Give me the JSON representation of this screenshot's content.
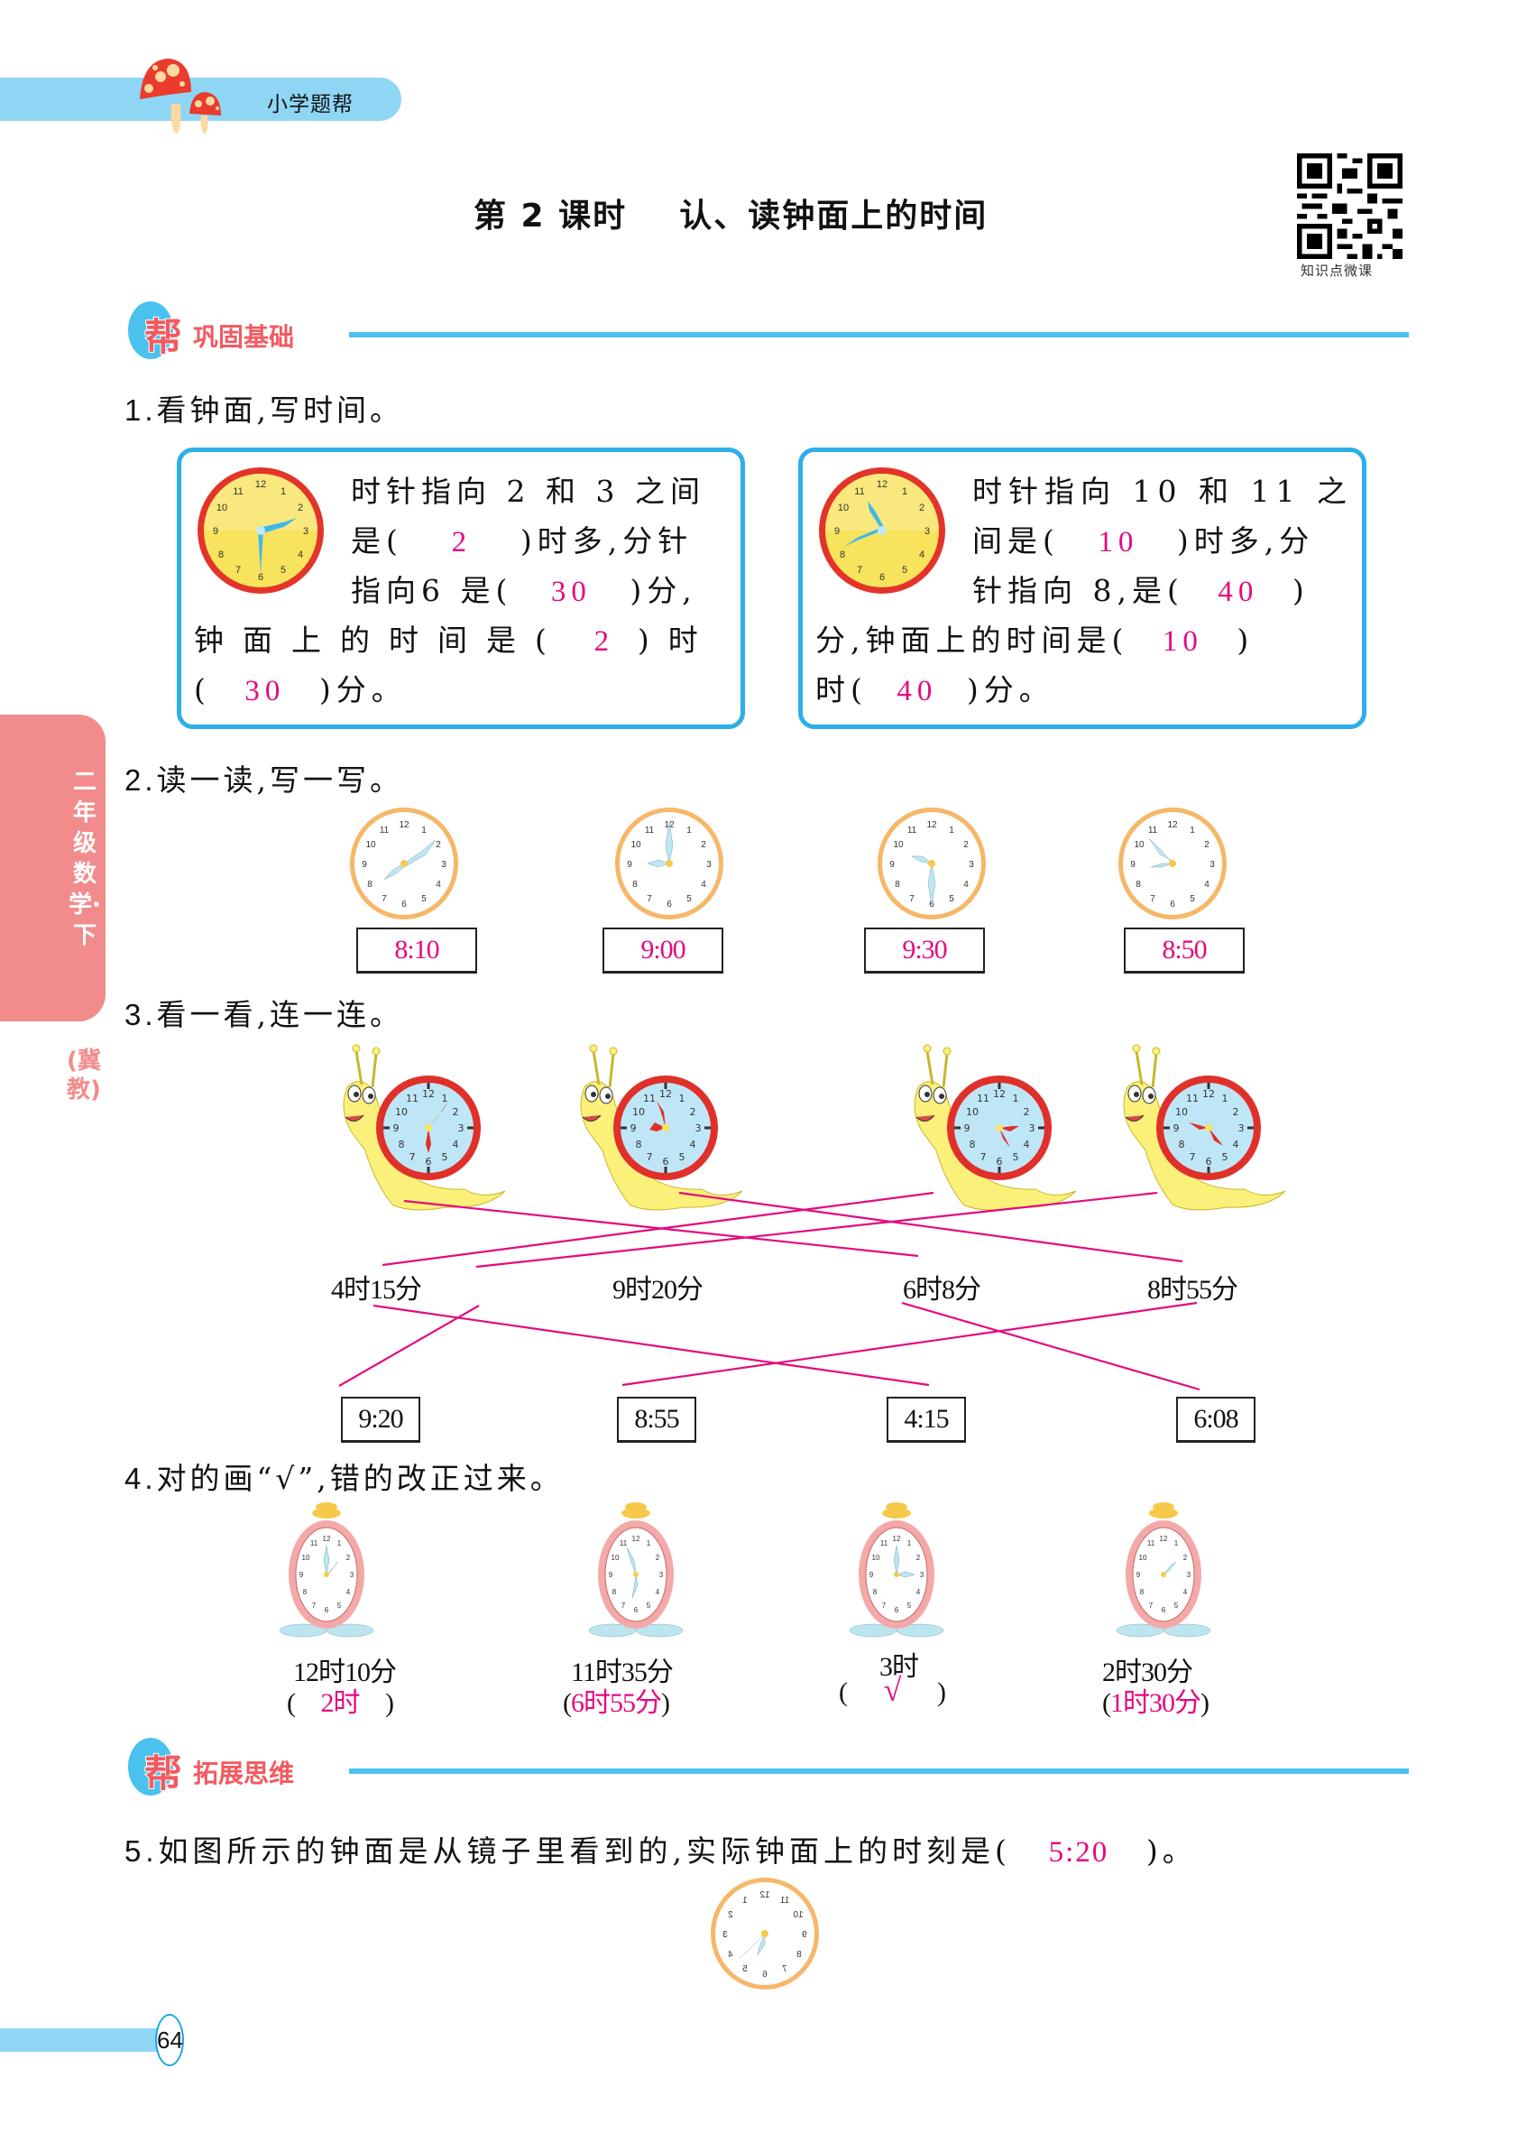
{
  "header": {
    "brand": "小学题帮",
    "title": "第 2 课时    认、读钟面上的时间",
    "qr_caption": "知识点微课"
  },
  "sidebar": {
    "grade": "二年级数学·下",
    "edition": "(冀教)"
  },
  "sections": [
    {
      "bang": "帮",
      "label": "巩固基础"
    },
    {
      "bang": "帮",
      "label": "拓展思维"
    }
  ],
  "q1": {
    "prompt_num": "1.",
    "prompt": "看钟面,写时间。",
    "left": {
      "clock_time": "2:30",
      "l1": "时针指向 2 和 3 之间",
      "l2a": "是(",
      "ans_hour_approx": "2",
      "l2b": ")时多,分针",
      "l3a": "指向6 是(",
      "ans_min": "30",
      "l3b": ")分,",
      "l4a": "钟面上的时间是(",
      "ans_hour": "2",
      "l4b": ")时",
      "l5a": "(",
      "ans_min2": "30",
      "l5b": ")分。"
    },
    "right": {
      "clock_time": "10:40",
      "l1": "时针指向 10 和 11 之",
      "l2a": "间是(",
      "ans_hour_approx": "10",
      "l2b": ")时多,分",
      "l3a": "针指向 8,是(",
      "ans_min": "40",
      "l3b": ")",
      "l4a": "分,钟面上的时间是(",
      "ans_hour": "10",
      "l4b": ")",
      "l5a": "时(",
      "ans_min2": "40",
      "l5b": ")分。"
    }
  },
  "q2": {
    "prompt_num": "2.",
    "prompt": "读一读,写一写。",
    "items": [
      {
        "clock": "8:10",
        "answer": "8:10"
      },
      {
        "clock": "9:00",
        "answer": "9:00"
      },
      {
        "clock": "9:30",
        "answer": "9:30"
      },
      {
        "clock": "8:50",
        "answer": "8:50"
      }
    ]
  },
  "q3": {
    "prompt_num": "3.",
    "prompt": "看一看,连一连。",
    "snail_clocks": [
      "6:08",
      "9:55",
      "3:20",
      "4:15"
    ],
    "labels": [
      "4时15分",
      "9时20分",
      "6时8分",
      "8时55分"
    ],
    "digital": [
      "9:20",
      "8:55",
      "4:15",
      "6:08"
    ]
  },
  "q4": {
    "prompt_num": "4.",
    "prompt": "对的画“√”,错的改正过来。",
    "items": [
      {
        "clock": "2:00",
        "given": "12时10分",
        "correction": "2时",
        "open": "(",
        "close": ")"
      },
      {
        "clock": "6:55",
        "given": "11时35分",
        "correction": "6时55分",
        "open": "(",
        "close": ")"
      },
      {
        "clock": "3:00",
        "given": "3时",
        "correction": "√",
        "open": "(",
        "close": ")"
      },
      {
        "clock": "1:30",
        "given": "2时30分",
        "correction": "1时30分",
        "open": "(",
        "close": ")"
      }
    ]
  },
  "q5": {
    "prompt_num": "5.",
    "prompt_a": "如图所示的钟面是从镜子里看到的,实际钟面上的时刻是(",
    "answer": "5:20",
    "prompt_b": ")。"
  },
  "footer": {
    "page_number": "64"
  },
  "colors": {
    "accent_blue": "#4bc1ee",
    "answer_pink": "#e4097f",
    "section_red": "#f15a60",
    "sidebar_pink": "#f28b8b"
  }
}
